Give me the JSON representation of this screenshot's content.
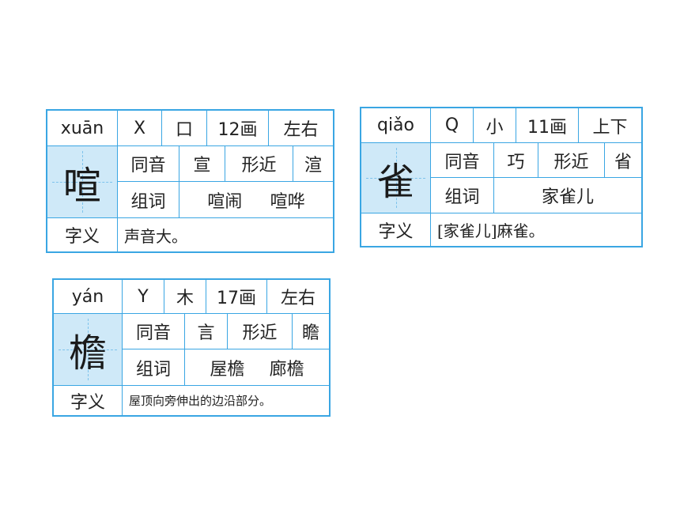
{
  "cards": [
    {
      "pinyin": "xuān",
      "initial": "X",
      "radical": "口",
      "strokes": "12画",
      "structure": "左右",
      "character": "喧",
      "homophone_label": "同音",
      "homophone": "宣",
      "similar_label": "形近",
      "similar": "渲",
      "words_label": "组词",
      "words": [
        "喧闹",
        "喧哗"
      ],
      "meaning_label": "字义",
      "meaning": "声音大。"
    },
    {
      "pinyin": "qiǎo",
      "initial": "Q",
      "radical": "小",
      "strokes": "11画",
      "structure": "上下",
      "character": "雀",
      "homophone_label": "同音",
      "homophone": "巧",
      "similar_label": "形近",
      "similar": "省",
      "words_label": "组词",
      "words": [
        "家雀儿"
      ],
      "meaning_label": "字义",
      "meaning": "[家雀儿]麻雀。"
    },
    {
      "pinyin": "yán",
      "initial": "Y",
      "radical": "木",
      "strokes": "17画",
      "structure": "左右",
      "character": "檐",
      "homophone_label": "同音",
      "homophone": "言",
      "similar_label": "形近",
      "similar": "瞻",
      "words_label": "组词",
      "words": [
        "屋檐",
        "廊檐"
      ],
      "meaning_label": "字义",
      "meaning": "屋顶向旁伸出的边沿部分。"
    }
  ]
}
